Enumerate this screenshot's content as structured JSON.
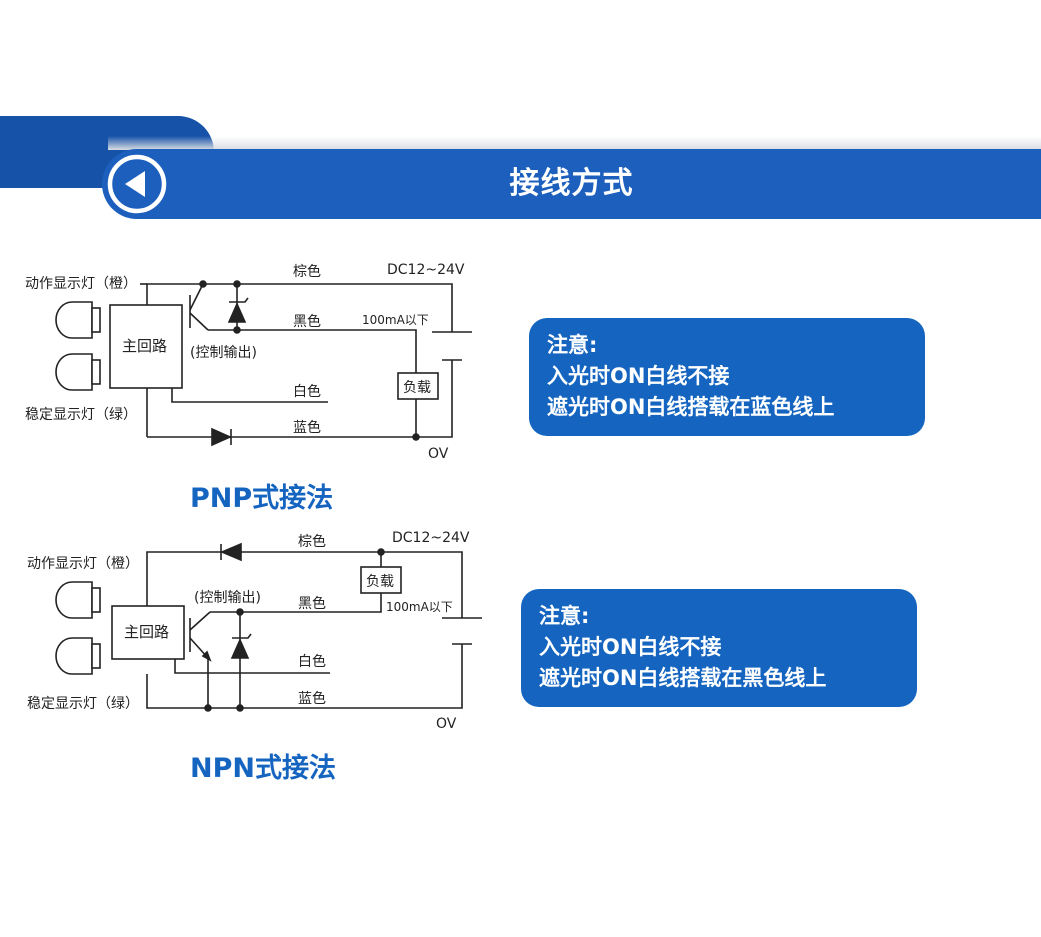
{
  "header": {
    "title": "接线方式",
    "back_icon": "back-arrow-icon",
    "accent": "#1c5fbd"
  },
  "pnp": {
    "caption": "PNP式接法",
    "labels": {
      "action_lamp": "动作显示灯（橙）",
      "stable_lamp": "稳定显示灯（绿）",
      "main_circuit": "主回路",
      "control_output": "(控制输出)",
      "brown": "棕色",
      "black": "黑色",
      "white": "白色",
      "blue": "蓝色",
      "supply": "DC12~24V",
      "current": "100mA以下",
      "load": "负载",
      "zero": "OV"
    },
    "note": {
      "title": "注意:",
      "line1": "入光时ON白线不接",
      "line2": "遮光时ON白线搭载在蓝色线上"
    }
  },
  "npn": {
    "caption": "NPN式接法",
    "labels": {
      "action_lamp": "动作显示灯（橙）",
      "stable_lamp": "稳定显示灯（绿）",
      "main_circuit": "主回路",
      "control_output": "(控制输出)",
      "brown": "棕色",
      "black": "黑色",
      "white": "白色",
      "blue": "蓝色",
      "supply": "DC12~24V",
      "current": "100mA以下",
      "load": "负载",
      "zero": "OV"
    },
    "note": {
      "title": "注意:",
      "line1": "入光时ON白线不接",
      "line2": "遮光时ON白线搭载在黑色线上"
    }
  }
}
